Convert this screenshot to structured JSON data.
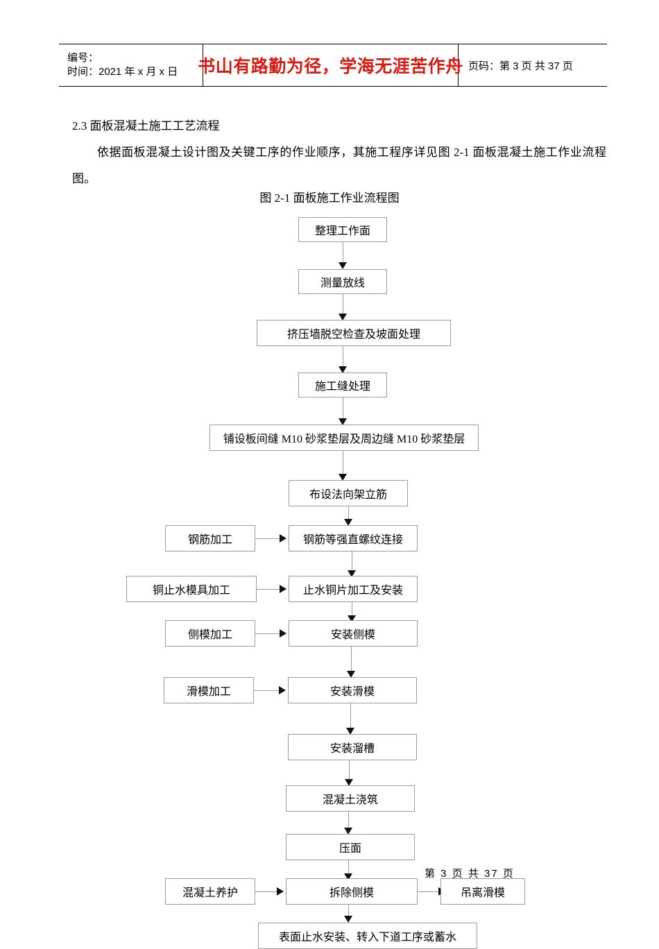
{
  "header": {
    "left": {
      "line1": "编号：",
      "line2": "时间：2021 年 x 月 x 日"
    },
    "center_slogan": "书山有路勤为径，学海无涯苦作舟",
    "right": "页码：第 3 页  共 37 页",
    "slogan_color": "#d91a12"
  },
  "body": {
    "section_title": "2.3 面板混凝土施工工艺流程",
    "paragraph": "依据面板混凝土设计图及关键工序的作业顺序，其施工程序详见图 2-1 面板混凝土施工作业流程图。",
    "figure_caption": "图 2-1 面板施工作业流程图"
  },
  "flowchart": {
    "main_nodes": [
      {
        "id": "n1",
        "label": "整理工作面"
      },
      {
        "id": "n2",
        "label": "测量放线"
      },
      {
        "id": "n3",
        "label": "挤压墙脱空检查及坡面处理"
      },
      {
        "id": "n4",
        "label": "施工缝处理"
      },
      {
        "id": "n5",
        "label": "铺设板间缝 M10 砂浆垫层及周边缝 M10 砂浆垫层"
      },
      {
        "id": "n6",
        "label": "布设法向架立筋"
      },
      {
        "id": "n7",
        "label": "钢筋等强直螺纹连接"
      },
      {
        "id": "n8",
        "label": "止水铜片加工及安装"
      },
      {
        "id": "n9",
        "label": "安装侧模"
      },
      {
        "id": "n10",
        "label": "安装滑模"
      },
      {
        "id": "n11",
        "label": "安装溜槽"
      },
      {
        "id": "n12",
        "label": "混凝土浇筑"
      },
      {
        "id": "n13",
        "label": "压面"
      },
      {
        "id": "n14",
        "label": "拆除侧模"
      },
      {
        "id": "n15",
        "label": "表面止水安装、转入下道工序或蓄水"
      }
    ],
    "side_nodes": [
      {
        "id": "s1",
        "label": "钢筋加工",
        "target": "n7"
      },
      {
        "id": "s2",
        "label": "铜止水模具加工",
        "target": "n8"
      },
      {
        "id": "s3",
        "label": "侧模加工",
        "target": "n9"
      },
      {
        "id": "s4",
        "label": "滑模加工",
        "target": "n10"
      },
      {
        "id": "s5",
        "label": "混凝土养护",
        "target": "n14"
      }
    ],
    "right_nodes": [
      {
        "id": "r1",
        "label": "吊离滑模",
        "source": "n14"
      }
    ],
    "box_border_color": "#9a9a9a",
    "arrow_color": "#111111"
  },
  "footer": {
    "page_text": "第 3 页 共 37 页"
  }
}
